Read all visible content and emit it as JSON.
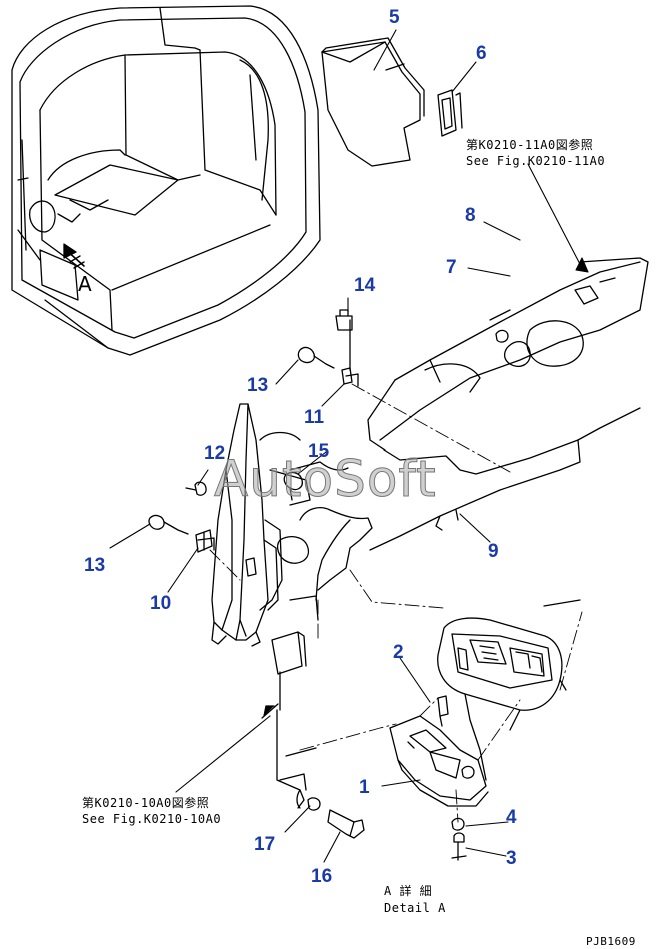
{
  "callouts": {
    "c1": "1",
    "c2": "2",
    "c3": "3",
    "c4": "4",
    "c5": "5",
    "c6": "6",
    "c7": "7",
    "c8": "8",
    "c9": "9",
    "c10": "10",
    "c11": "11",
    "c12": "12",
    "c13a": "13",
    "c13b": "13",
    "c14": "14",
    "c15": "15",
    "c16": "16",
    "c17": "17"
  },
  "refs": {
    "fig11_jp": "第K0210-11A0図参照",
    "fig11_en": "See Fig.K0210-11A0",
    "fig10_jp": "第K0210-10A0図参照",
    "fig10_en": "See Fig.K0210-10A0",
    "detail_jp": "A 詳 細",
    "detail_en": "Detail A",
    "page_code": "PJB1609"
  },
  "cab_view_letter": "A",
  "watermark": "AutoSoft",
  "colors": {
    "callout": "#1a3aa8",
    "line": "#000000"
  }
}
